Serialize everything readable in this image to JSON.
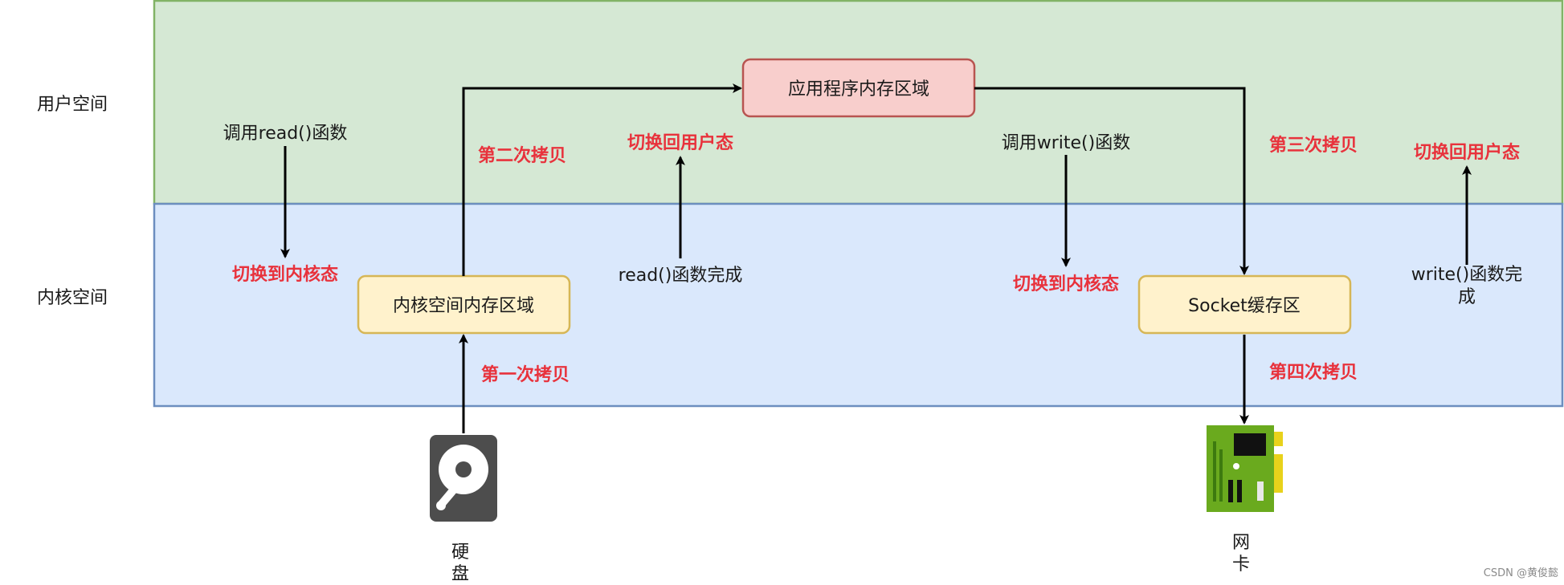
{
  "regions": {
    "user_space": "用户空间",
    "kernel_space": "内核空间"
  },
  "nodes": {
    "app_memory": "应用程序内存区域",
    "kernel_buffer": "内核空间内存区域",
    "socket_buffer": "Socket缓存区",
    "disk": "硬盘",
    "nic": "网卡"
  },
  "steps": {
    "call_read": "调用read()函数",
    "switch_to_kernel_1": "切换到内核态",
    "copy_1": "第一次拷贝",
    "copy_2": "第二次拷贝",
    "read_done": "read()函数完成",
    "switch_to_user_1": "切换回用户态",
    "call_write": "调用write()函数",
    "switch_to_kernel_2": "切换到内核态",
    "copy_3": "第三次拷贝",
    "copy_4": "第四次拷贝",
    "write_done_line1": "write()函数完",
    "write_done_line2": "成",
    "switch_to_user_2": "切换回用户态"
  },
  "watermark": "CSDN @黄俊懿",
  "colors": {
    "user_space_fill": "#d5e8d4",
    "user_space_stroke": "#82b366",
    "kernel_space_fill": "#dae8fc",
    "kernel_space_stroke": "#6c8ebf",
    "app_box_fill": "#f8cecc",
    "app_box_stroke": "#b85450",
    "buffer_fill": "#fff2cc",
    "buffer_stroke": "#d6b656",
    "highlight_text": "#e8323c",
    "nic_green": "#6aaa1e",
    "disk_gray": "#4d4d4d"
  }
}
